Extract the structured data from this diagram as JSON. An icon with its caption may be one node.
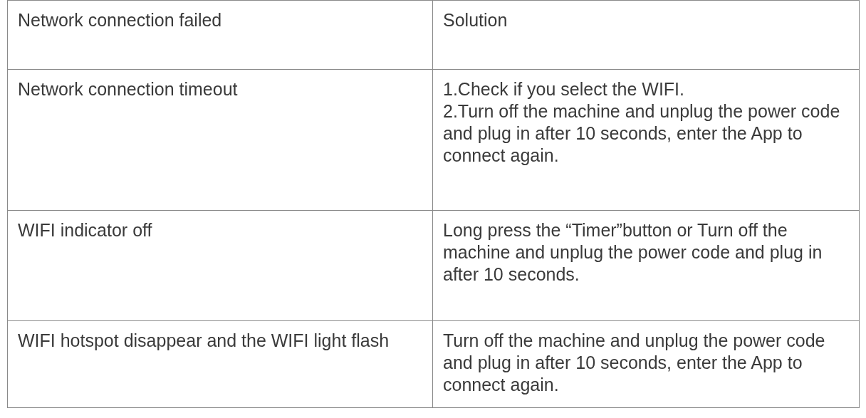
{
  "diagram": {
    "labels": [
      "Network connection failed",
      "Solution",
      "Network connection timeout",
      "1.Check if you select the WIFI.",
      "2.Turn off the machine and unplug the power code and plug in after 10 seconds, enter the App to connect again.",
      "WIFI indicator off",
      "Long press the “Timer”button or Turn off the machine and unplug the power code and plug in after 10 seconds.",
      "WIFI hotspot disappear and the WIFI light flash",
      "Turn off the machine and unplug the power code and plug in after 10 seconds, enter the App to connect again."
    ]
  }
}
